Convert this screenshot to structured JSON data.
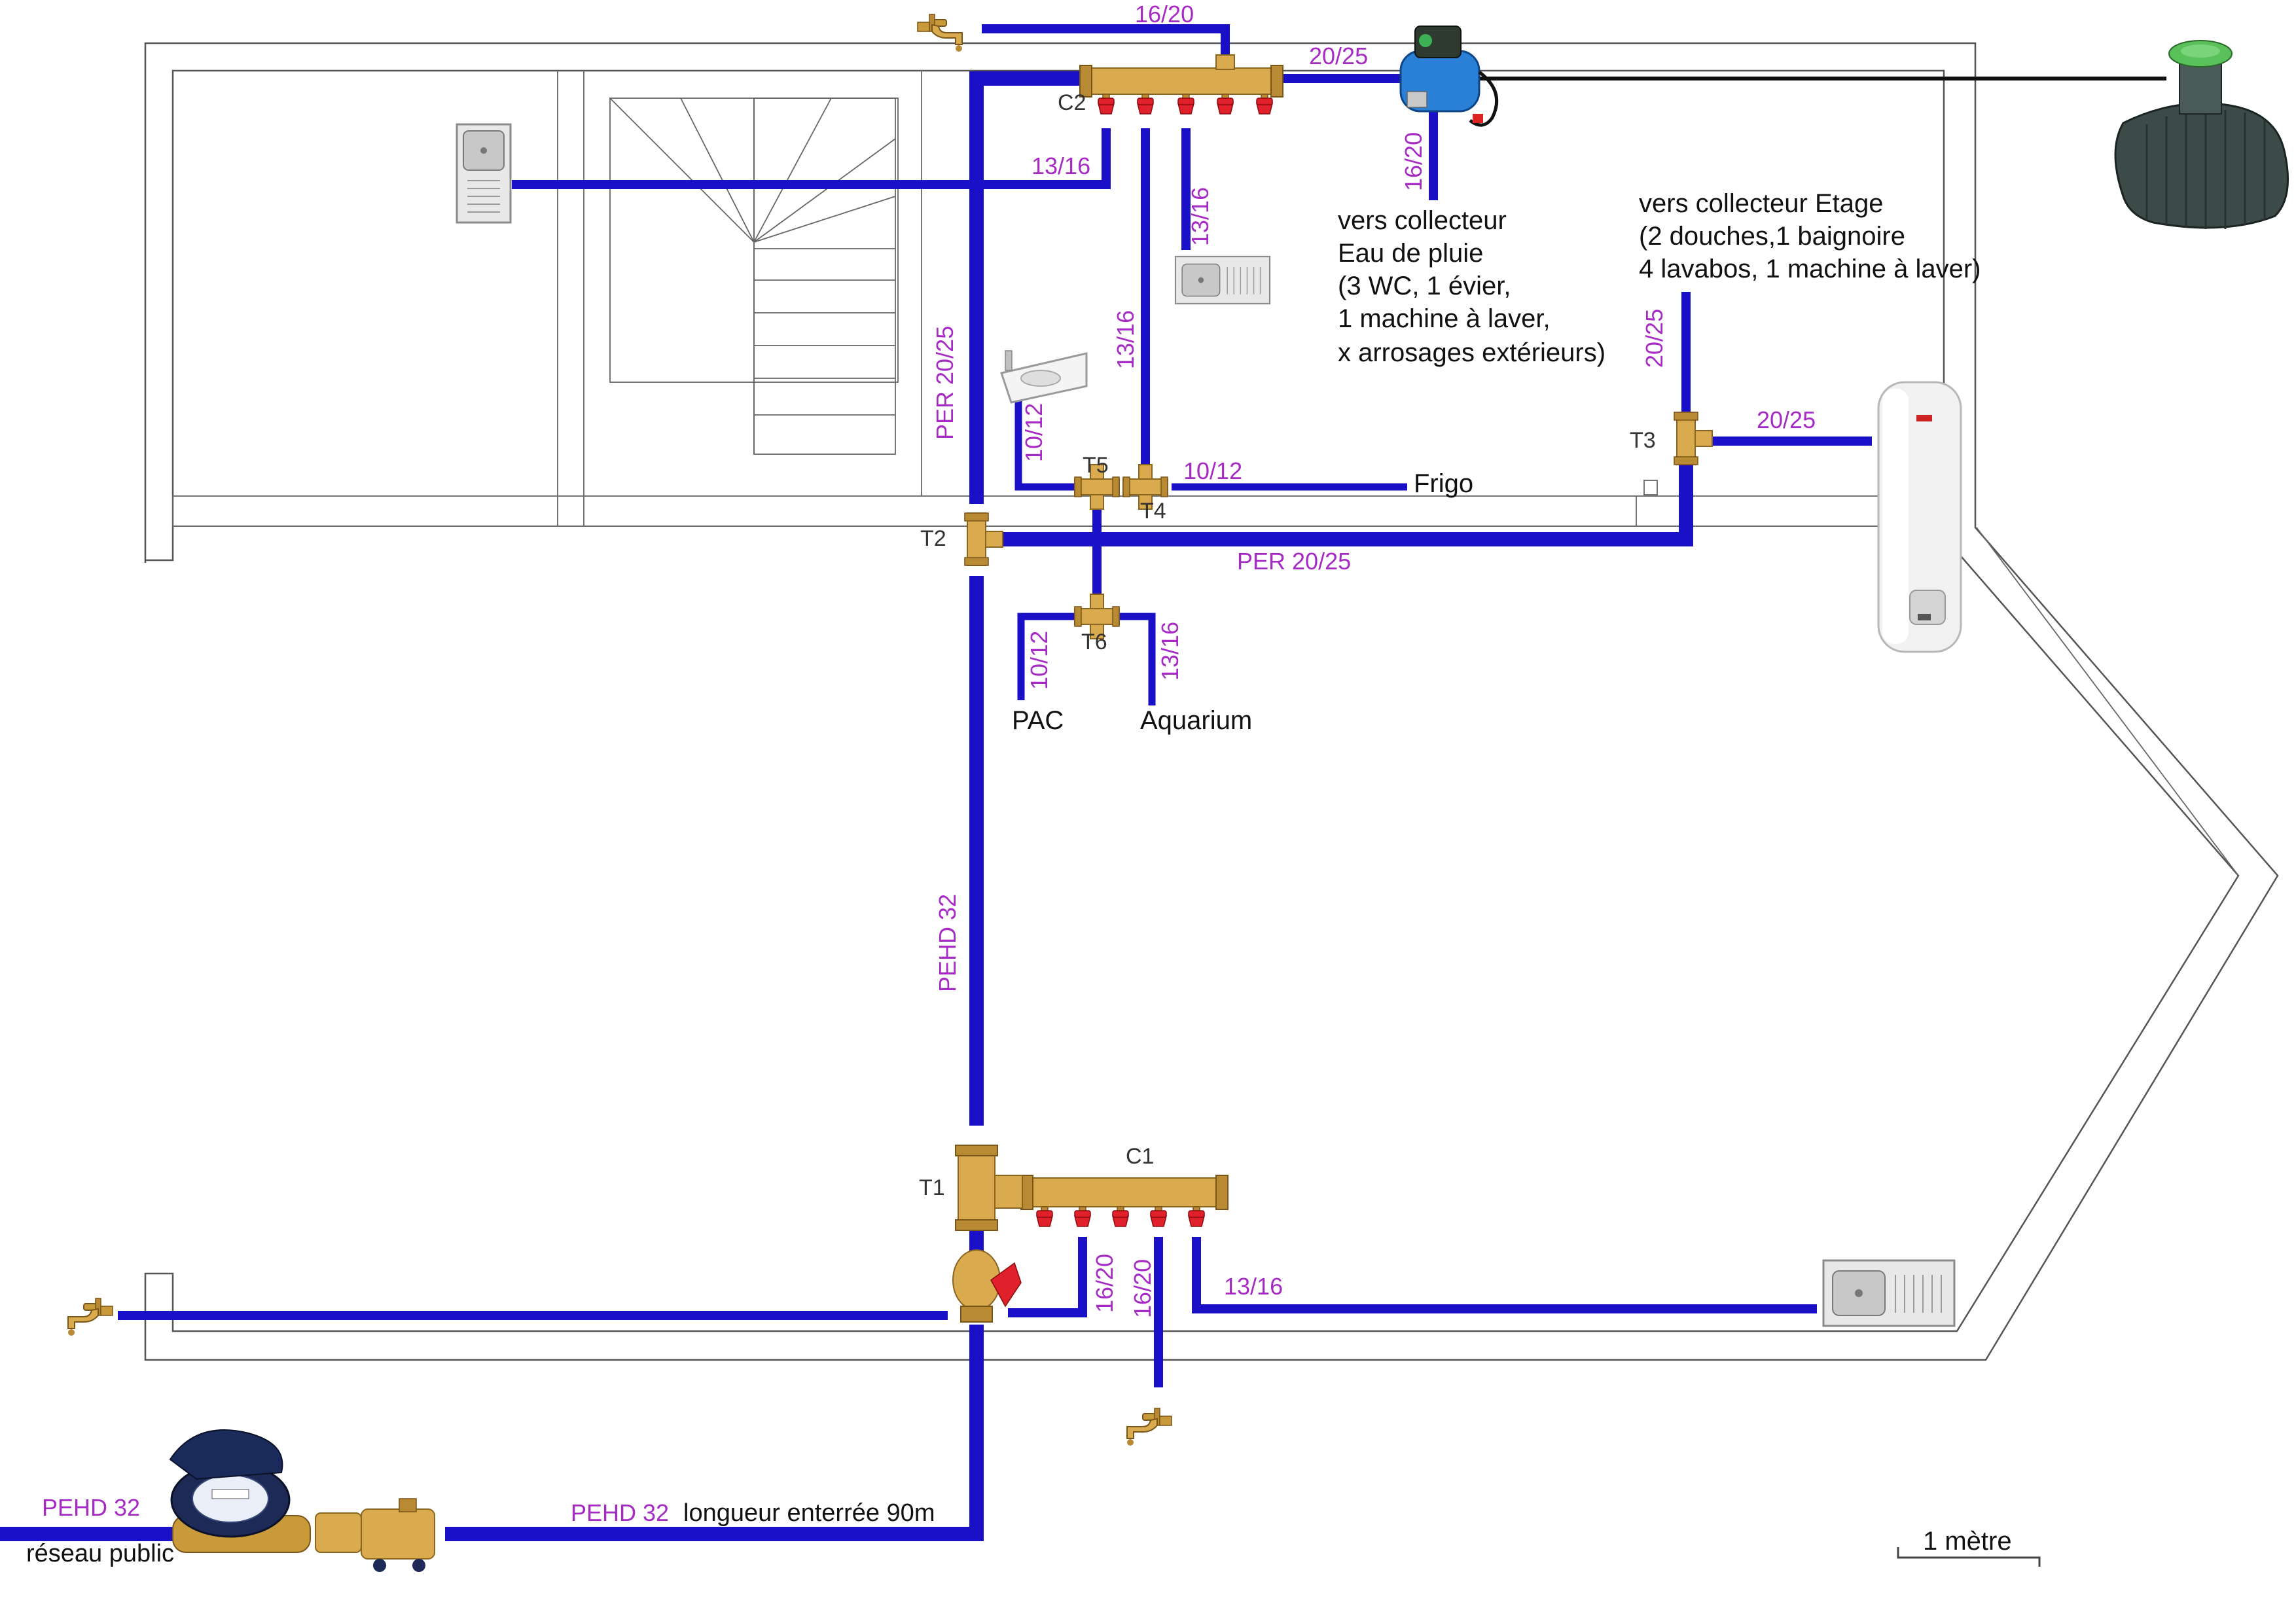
{
  "labels": {
    "pipe_16_20_top": "16/20",
    "pipe_20_25_pump": "20/25",
    "pipe_16_20_pump_down": "16/20",
    "pipe_13_16_sink_left": "13/16",
    "pipe_13_16_sink_mid": "13/16",
    "pipe_13_16_t4": "13/16",
    "pipe_per_20_25_vert": "PER 20/25",
    "pipe_10_12_basin": "10/12",
    "pipe_10_12_frigo": "10/12",
    "pipe_per_20_25_horiz": "PER 20/25",
    "pipe_20_25_t3_vert": "20/25",
    "pipe_20_25_heater": "20/25",
    "pipe_10_12_pac": "10/12",
    "pipe_13_16_aquarium": "13/16",
    "pipe_pehd_32_vert": "PEHD 32",
    "pipe_16_20_c1_a": "16/20",
    "pipe_16_20_c1_b": "16/20",
    "pipe_13_16_c1_sink": "13/16",
    "pipe_pehd_32_left": "PEHD 32",
    "pipe_pehd_32_bottom": "PEHD 32"
  },
  "fittings": {
    "c1": "C1",
    "c2": "C2",
    "t1": "T1",
    "t2": "T2",
    "t3": "T3",
    "t4": "T4",
    "t5": "T5",
    "t6": "T6"
  },
  "texts": {
    "rain_lines": [
      "vers collecteur",
      "Eau de pluie",
      "(3 WC, 1 évier,",
      "1 machine à laver,",
      "x arrosages extérieurs)"
    ],
    "floor_lines": [
      "vers collecteur Etage",
      "(2 douches,1 baignoire",
      "4 lavabos, 1 machine à laver)"
    ],
    "frigo": "Frigo",
    "pac": "PAC",
    "aquarium": "Aquarium",
    "buried_length": "longueur enterrée 90m",
    "public_network": "réseau public",
    "scale": "1 mètre"
  },
  "colors": {
    "pipe": "#1a10c8",
    "label": "#a62bc4",
    "brass": "#d9aa4e",
    "valve": "#e0202a"
  }
}
